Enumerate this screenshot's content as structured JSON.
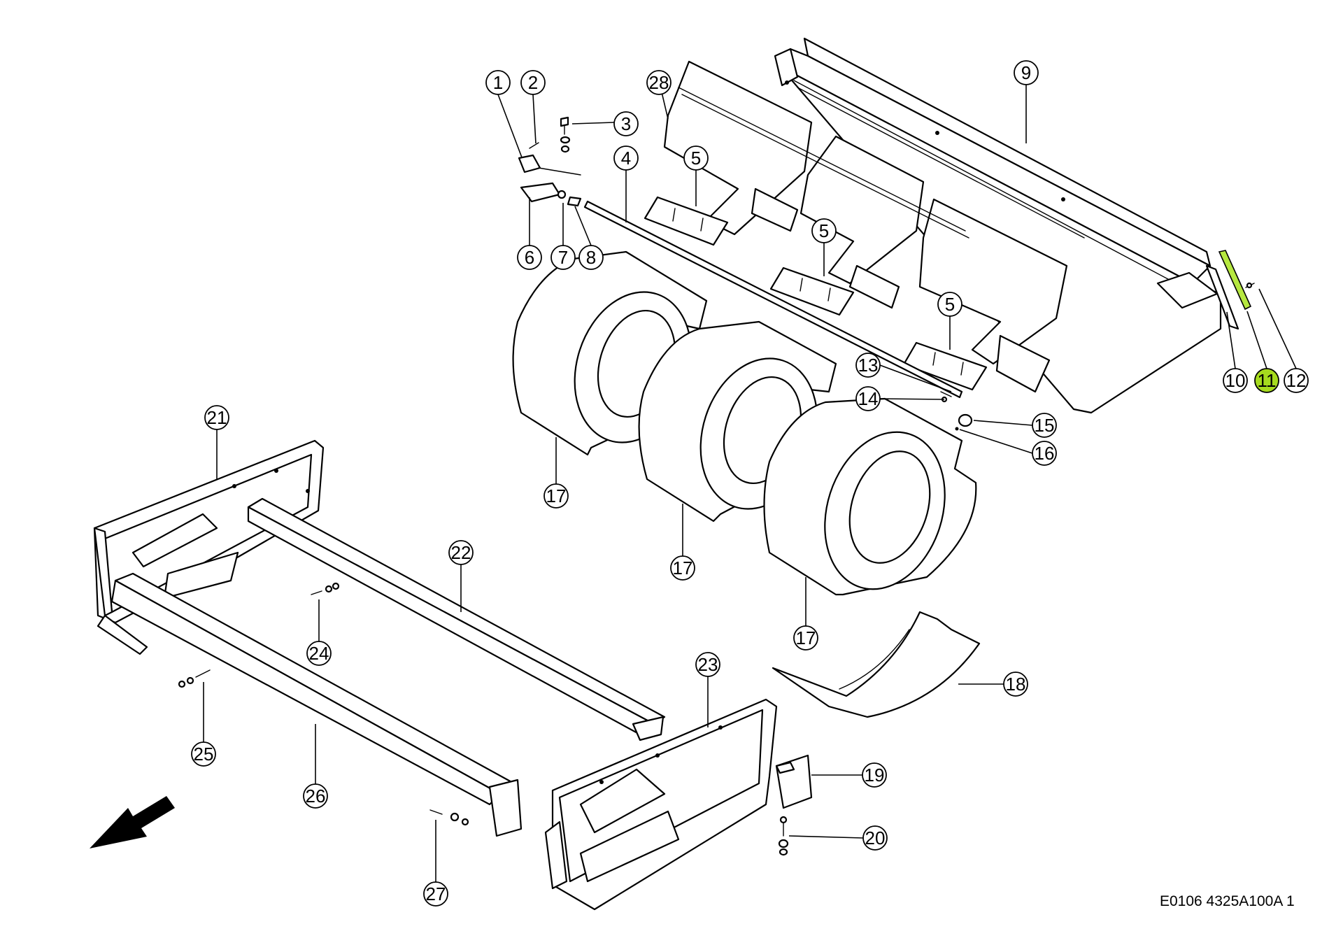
{
  "caption": "E0106 4325A100A 1",
  "highlight_color": "#a6db1e",
  "direction_indicator": "arrow-down-left-icon",
  "callouts": [
    {
      "id": "1",
      "label": "1",
      "highlighted": false
    },
    {
      "id": "2",
      "label": "2",
      "highlighted": false
    },
    {
      "id": "3",
      "label": "3",
      "highlighted": false
    },
    {
      "id": "4",
      "label": "4",
      "highlighted": false
    },
    {
      "id": "5a",
      "label": "5",
      "highlighted": false
    },
    {
      "id": "5b",
      "label": "5",
      "highlighted": false
    },
    {
      "id": "5c",
      "label": "5",
      "highlighted": false
    },
    {
      "id": "6",
      "label": "6",
      "highlighted": false
    },
    {
      "id": "7",
      "label": "7",
      "highlighted": false
    },
    {
      "id": "8",
      "label": "8",
      "highlighted": false
    },
    {
      "id": "9",
      "label": "9",
      "highlighted": false
    },
    {
      "id": "10",
      "label": "10",
      "highlighted": false
    },
    {
      "id": "11",
      "label": "11",
      "highlighted": true
    },
    {
      "id": "12",
      "label": "12",
      "highlighted": false
    },
    {
      "id": "13",
      "label": "13",
      "highlighted": false
    },
    {
      "id": "14",
      "label": "14",
      "highlighted": false
    },
    {
      "id": "15",
      "label": "15",
      "highlighted": false
    },
    {
      "id": "16",
      "label": "16",
      "highlighted": false
    },
    {
      "id": "17a",
      "label": "17",
      "highlighted": false
    },
    {
      "id": "17b",
      "label": "17",
      "highlighted": false
    },
    {
      "id": "17c",
      "label": "17",
      "highlighted": false
    },
    {
      "id": "18",
      "label": "18",
      "highlighted": false
    },
    {
      "id": "19",
      "label": "19",
      "highlighted": false
    },
    {
      "id": "20",
      "label": "20",
      "highlighted": false
    },
    {
      "id": "21",
      "label": "21",
      "highlighted": false
    },
    {
      "id": "22",
      "label": "22",
      "highlighted": false
    },
    {
      "id": "23",
      "label": "23",
      "highlighted": false
    },
    {
      "id": "24",
      "label": "24",
      "highlighted": false
    },
    {
      "id": "25",
      "label": "25",
      "highlighted": false
    },
    {
      "id": "26",
      "label": "26",
      "highlighted": false
    },
    {
      "id": "27",
      "label": "27",
      "highlighted": false
    },
    {
      "id": "28",
      "label": "28",
      "highlighted": false
    }
  ]
}
